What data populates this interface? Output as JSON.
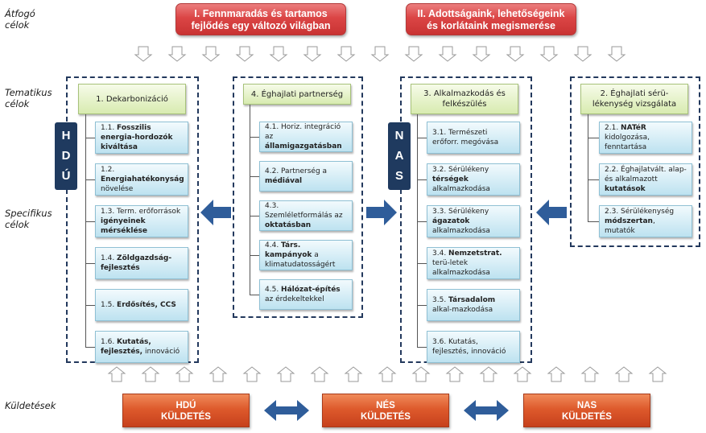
{
  "side_labels": {
    "atfogo": [
      "Átfogó",
      "célok"
    ],
    "tematikus": [
      "Tematikus",
      "célok"
    ],
    "specifikus": [
      "Specifikus",
      "célok"
    ],
    "kuldetesek": "Küldetések"
  },
  "overarching": [
    {
      "line1": "I. Fennmaradás és tartamos",
      "line2": "fejlődés egy változó világban"
    },
    {
      "line1": "II. Adottságaink, lehetőségeink",
      "line2": "és korlátaink megismerése"
    }
  ],
  "vertical_labels": {
    "hdu": [
      "H",
      "D",
      "Ú"
    ],
    "nas": [
      "N",
      "A",
      "S"
    ]
  },
  "themes": [
    {
      "title": "1. Dekarbonizáció",
      "items": [
        [
          {
            "t": "1.1. "
          },
          {
            "t": "Fosszilis energia-hordozók kiváltása",
            "b": true
          }
        ],
        [
          {
            "t": "1.2. "
          },
          {
            "t": "Energiahatékonyság",
            "b": true
          },
          {
            "t": " növelése"
          }
        ],
        [
          {
            "t": "1.3. Term. erőforrások "
          },
          {
            "t": "igényeinek mérséklése",
            "b": true
          }
        ],
        [
          {
            "t": "1.4. "
          },
          {
            "t": "Zöldgazdság-fejlesztés",
            "b": true
          }
        ],
        [
          {
            "t": "1.5. "
          },
          {
            "t": "Erdősítés, CCS",
            "b": true
          }
        ],
        [
          {
            "t": "1.6. "
          },
          {
            "t": "Kutatás, fejlesztés,",
            "b": true
          },
          {
            "t": " innováció"
          }
        ]
      ]
    },
    {
      "title": "4. Éghajlati partnerség",
      "items": [
        [
          {
            "t": "4.1. Horiz. integráció az "
          },
          {
            "t": "államigazgatásban",
            "b": true
          }
        ],
        [
          {
            "t": "4.2. Partnerség a "
          },
          {
            "t": "médiával",
            "b": true
          }
        ],
        [
          {
            "t": "4.3. Szemléletformálás az "
          },
          {
            "t": "oktatásban",
            "b": true
          }
        ],
        [
          {
            "t": "4.4. "
          },
          {
            "t": "Társ. kampányok",
            "b": true
          },
          {
            "t": " a klimatudatosságért"
          }
        ],
        [
          {
            "t": "4.5. "
          },
          {
            "t": "Hálózat-építés",
            "b": true
          },
          {
            "t": " az érdekeltekkel"
          }
        ]
      ]
    },
    {
      "title": "3. Alkalmazkodás és felkészülés",
      "items": [
        [
          {
            "t": "3.1. Természeti erőforr. megóvása"
          }
        ],
        [
          {
            "t": "3.2. Sérülékeny "
          },
          {
            "t": "térségek",
            "b": true
          },
          {
            "t": " alkalmazkodása"
          }
        ],
        [
          {
            "t": "3.3. Sérülékeny "
          },
          {
            "t": "ágazatok",
            "b": true
          },
          {
            "t": " alkalmazkodása"
          }
        ],
        [
          {
            "t": "3.4. "
          },
          {
            "t": "Nemzetstrat.",
            "b": true
          },
          {
            "t": " terü-letek alkalmazkodása"
          }
        ],
        [
          {
            "t": "3.5. "
          },
          {
            "t": "Társadalom",
            "b": true
          },
          {
            "t": " alkal-mazkodása"
          }
        ],
        [
          {
            "t": "3.6. Kutatás, fejlesztés, innováció"
          }
        ]
      ]
    },
    {
      "title": "2. Éghajlati sérü-lékenység vizsgálata",
      "items": [
        [
          {
            "t": "2.1. "
          },
          {
            "t": "NATéR",
            "b": true
          },
          {
            "t": " kidolgozása, fenntartása"
          }
        ],
        [
          {
            "t": "2.2. Éghajlatvált. alap- és alkalmazott "
          },
          {
            "t": "kutatások",
            "b": true
          }
        ],
        [
          {
            "t": "2.3. Sérülékenység "
          },
          {
            "t": "módszertan",
            "b": true
          },
          {
            "t": ", mutatók"
          }
        ]
      ]
    }
  ],
  "missions": [
    {
      "line1": "HDÚ",
      "line2": "KÜLDETÉS"
    },
    {
      "line1": "NÉS",
      "line2": "KÜLDETÉS"
    },
    {
      "line1": "NAS",
      "line2": "KÜLDETÉS"
    }
  ],
  "colors": {
    "red": "#d94040",
    "mission_orange": "#d9532a",
    "dark_blue": "#1f3a5f",
    "arrow_blue": "#2f5d9a"
  }
}
